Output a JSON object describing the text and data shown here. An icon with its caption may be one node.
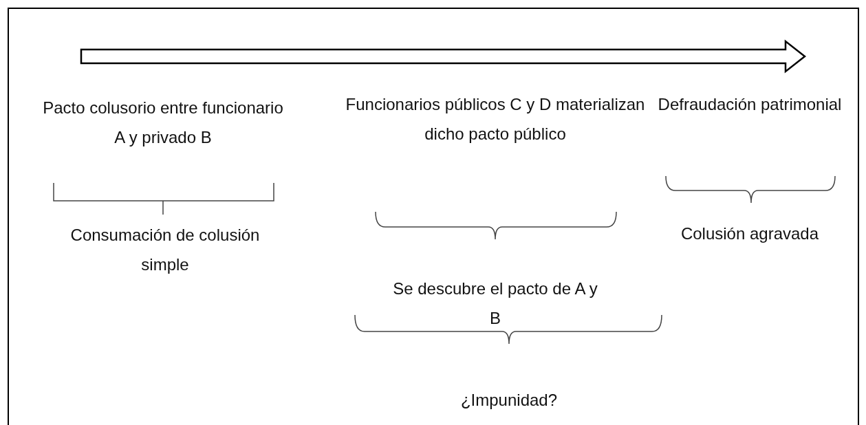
{
  "diagram": {
    "labels": [
      "Pacto colusorio entre funcionario A y privado B",
      "Funcionarios públicos C y D materializan dicho pacto público",
      "Defraudación patrimonial",
      "Consumación de colusión simple",
      "Colusión agravada",
      "Se descubre el pacto de A y B",
      "¿Impunidad?"
    ]
  }
}
